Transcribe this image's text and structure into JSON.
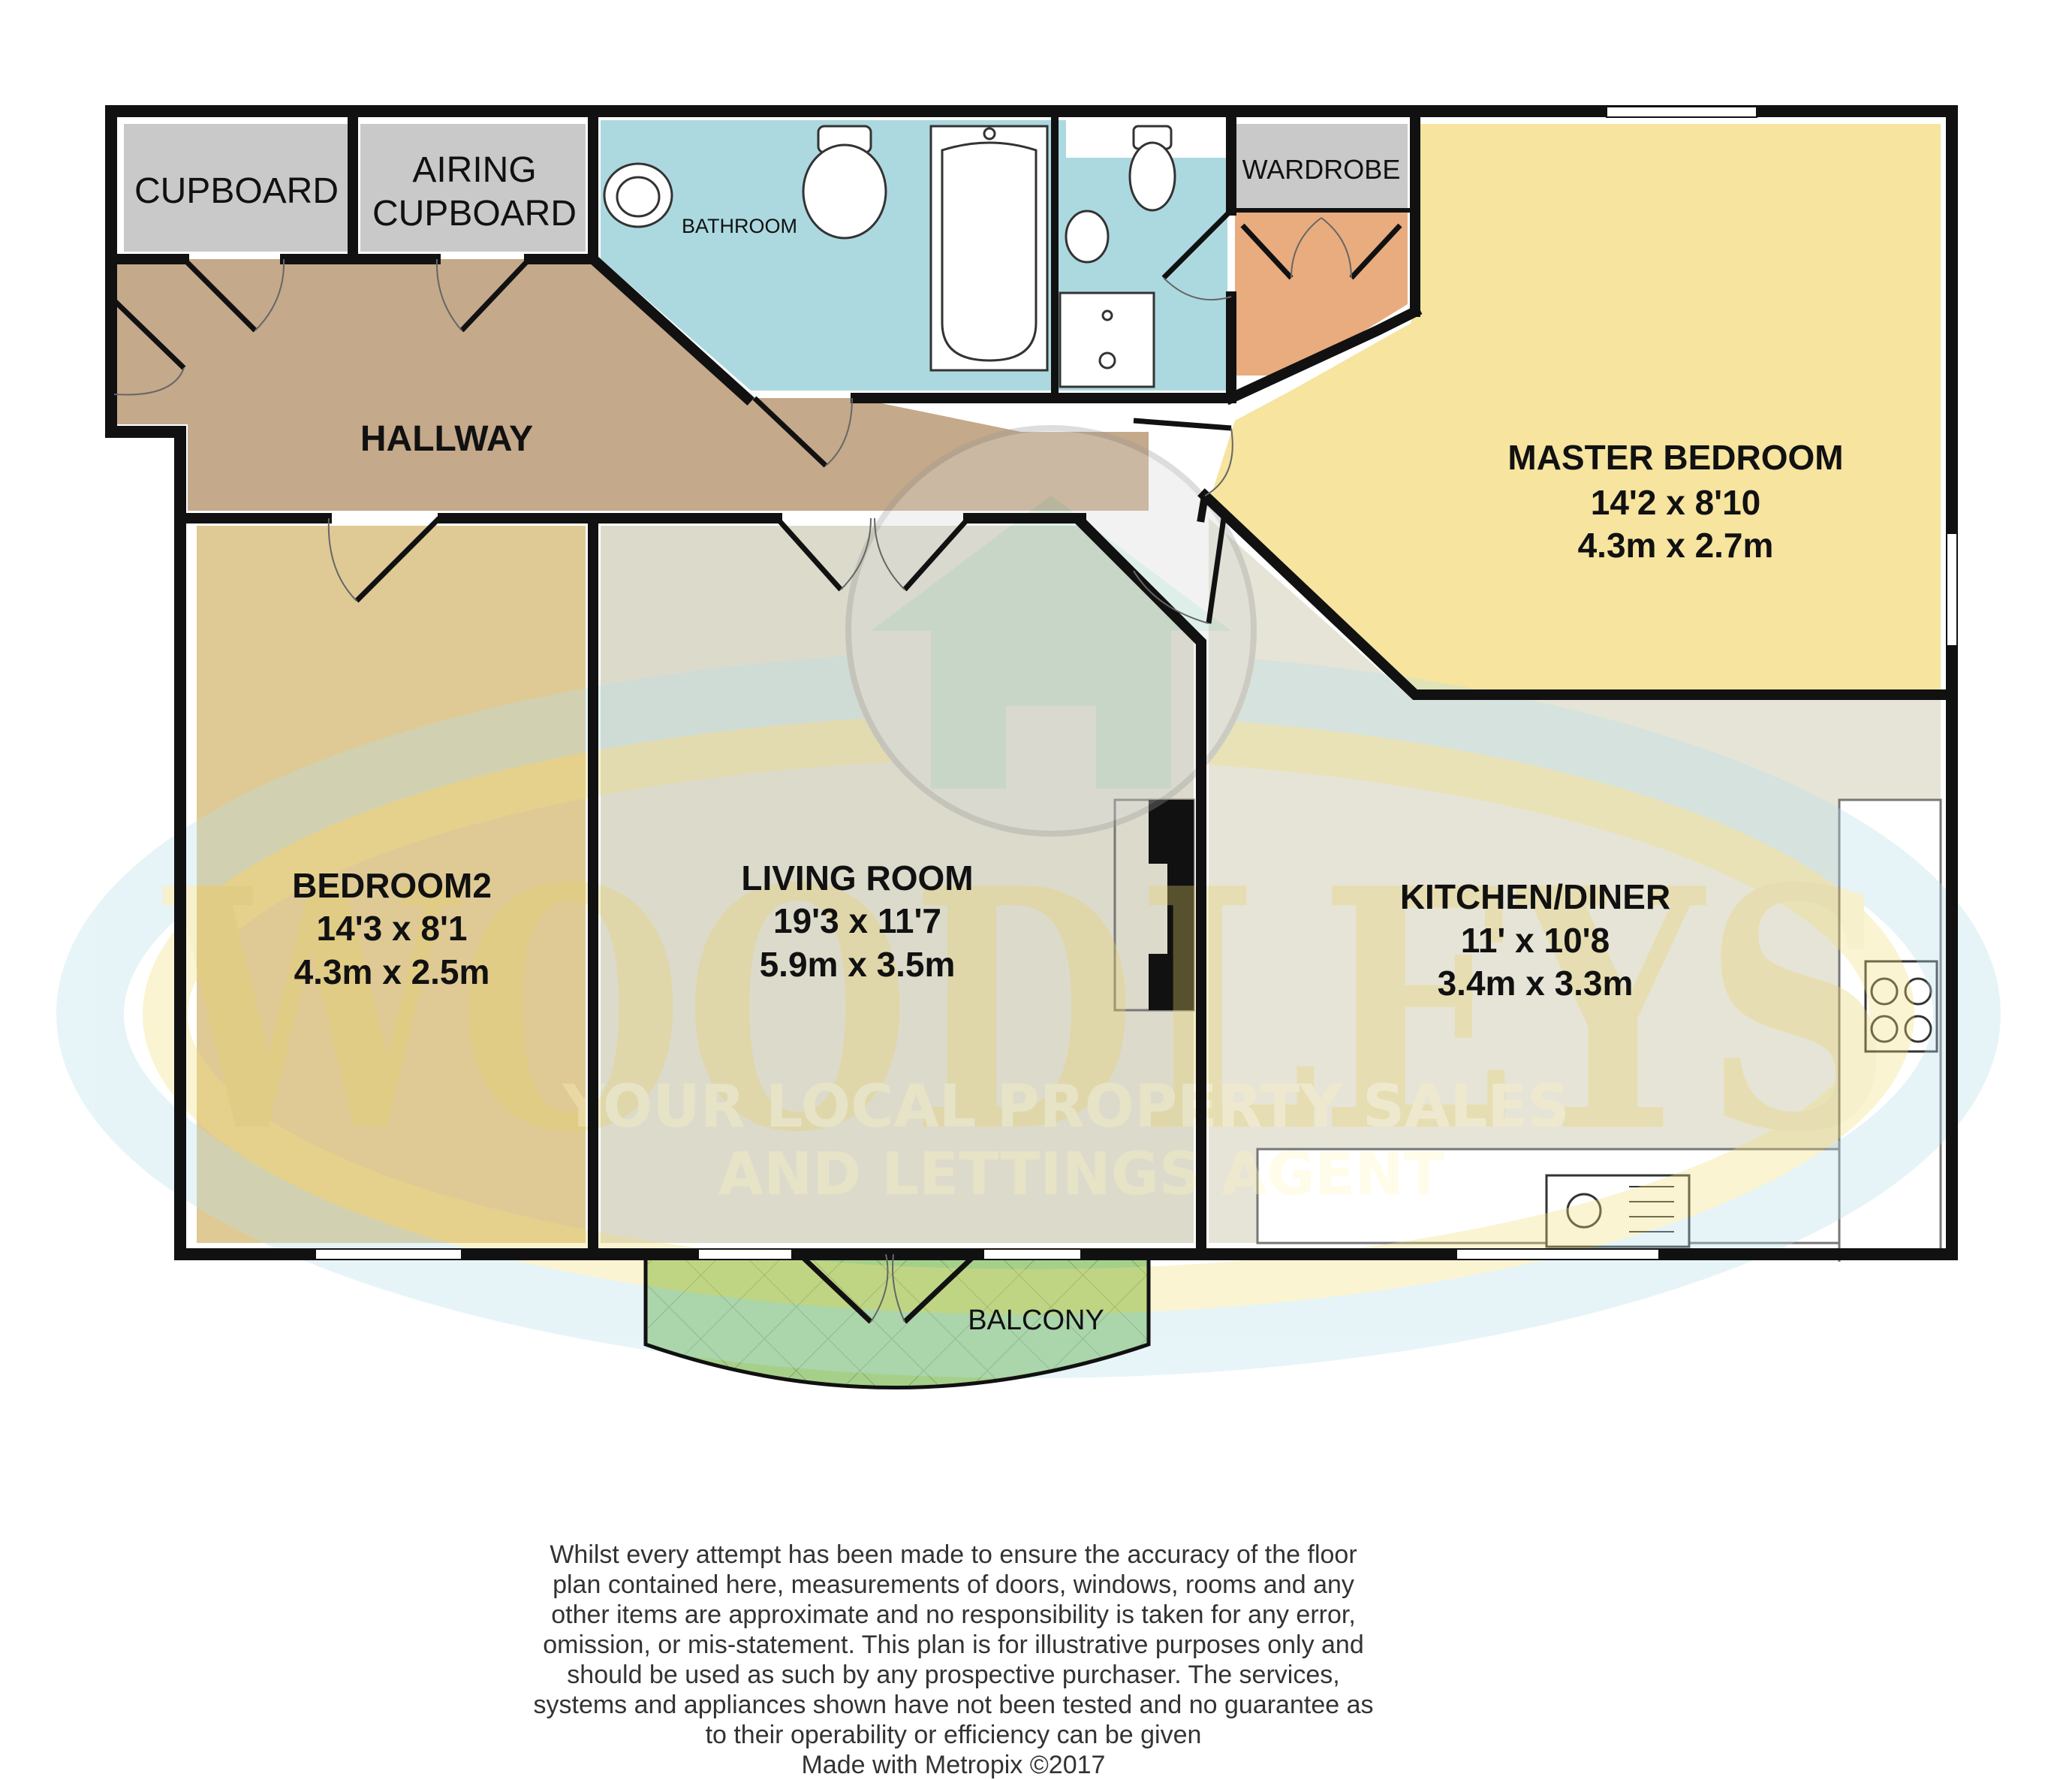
{
  "rooms": {
    "cupboard": {
      "name": "CUPBOARD"
    },
    "airing_cupboard": {
      "line1": "AIRING",
      "line2": "CUPBOARD"
    },
    "bathroom": {
      "name": "BATHROOM"
    },
    "wardrobe": {
      "name": "WARDROBE"
    },
    "hallway": {
      "name": "HALLWAY"
    },
    "master_bedroom": {
      "name": "MASTER BEDROOM",
      "imperial": "14'2 x 8'10",
      "metric": "4.3m x 2.7m"
    },
    "bedroom2": {
      "name": "BEDROOM2",
      "imperial": "14'3 x 8'1",
      "metric": "4.3m x 2.5m"
    },
    "living_room": {
      "name": "LIVING ROOM",
      "imperial": "19'3 x 11'7",
      "metric": "5.9m x 3.5m"
    },
    "kitchen_diner": {
      "name": "KITCHEN/DINER",
      "imperial": "11' x 10'8",
      "metric": "3.4m x 3.3m"
    },
    "balcony": {
      "name": "BALCONY"
    }
  },
  "watermark": {
    "word": "WOODLEYS",
    "tagline1": "YOUR LOCAL PROPERTY SALES",
    "tagline2": "AND LETTINGS AGENT"
  },
  "disclaimer": {
    "text": "Whilst every attempt has been made to ensure the accuracy of the floor plan contained here, measurements of doors, windows, rooms and any other items are approximate and no responsibility is taken for any error, omission, or mis-statement. This plan is for illustrative purposes only and should be used as such by any prospective purchaser. The services, systems and appliances shown have not been tested and no guarantee as to their operability or efficiency can be given",
    "credit": "Made with Metropix ©2017"
  },
  "colors": {
    "hallway": "#c4a98a",
    "bathroom": "#acd9e0",
    "cupboard": "#c9c9c9",
    "wardrobe_interior": "#e8ac7e",
    "master_bedroom": "#f6e49f",
    "bedroom2": "#dfca95",
    "living_room": "#dcdacb",
    "kitchen_diner": "#e6e4d6",
    "balcony": "#a6d08a",
    "walls": "#111111"
  }
}
